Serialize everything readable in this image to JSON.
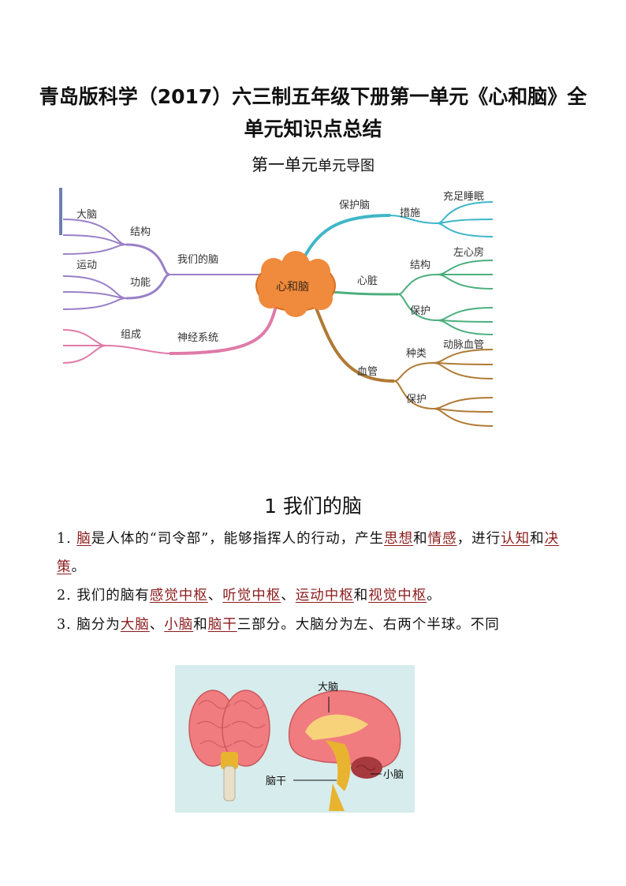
{
  "doc": {
    "title_line1": "青岛版科学（2017）六三制五年级下册第一单元《心和脑》全",
    "title_line2": "单元知识点总结",
    "subtitle_big": "第一单元",
    "subtitle_small": "单元导图"
  },
  "mindmap": {
    "center": "心和脑",
    "left": {
      "brain_branch": "我们的脑",
      "structure": "结构",
      "structure_item": "大脑",
      "function": "功能",
      "function_item": "运动",
      "nerve_branch": "神经系统",
      "composition": "组成"
    },
    "right": {
      "protect_brain": "保护脑",
      "measures": "措施",
      "measures_item": "充足睡眠",
      "heart": "心脏",
      "heart_structure": "结构",
      "heart_structure_item": "左心房",
      "heart_protect": "保护",
      "vessel": "血管",
      "vessel_types": "种类",
      "vessel_types_item": "动脉血管",
      "vessel_protect": "保护"
    }
  },
  "section": {
    "heading": "1  我们的脑",
    "p1": {
      "n": "1. ",
      "w1": "脑",
      "s1": "是人体的“司令部”，能够指挥人的行动，产生",
      "w2": "思想",
      "s2": "和",
      "w3": "情感",
      "s3": "，进行",
      "w4": "认知",
      "s4": "和",
      "w5": "决策",
      "s5": "。"
    },
    "p2": {
      "n": "2. ",
      "s0": "我们的脑有",
      "w1": "感觉中枢",
      "s1": "、",
      "w2": "听觉中枢",
      "s2": "、",
      "w3": "运动中枢",
      "s3": "和",
      "w4": "视觉中枢",
      "s4": "。"
    },
    "p3": {
      "n": "3. ",
      "s0": "脑分为",
      "w1": "大脑",
      "s1": "、",
      "w2": "小脑",
      "s2": "和",
      "w3": "脑干",
      "s3": "三部分。大脑分为左、右两个半球。不同"
    }
  },
  "brain_figure": {
    "label_cerebrum": "大脑",
    "label_brainstem": "脑干",
    "label_cerebellum": "小脑"
  },
  "colors": {
    "heading_text": "#111111",
    "keyword_red": "#8b1a1a",
    "mindmap_purple": "#9a7fc7",
    "mindmap_pink": "#e07aa8",
    "mindmap_teal": "#3fb6c9",
    "mindmap_green": "#4caf7d",
    "mindmap_brown": "#b07a35",
    "center_orange": "#f08a3c",
    "figure_bg": "#d7ecec"
  }
}
